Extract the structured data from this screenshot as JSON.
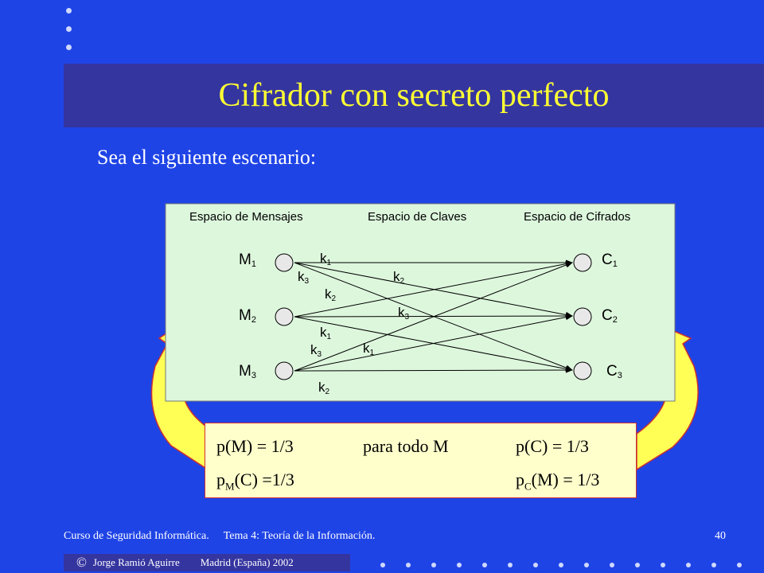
{
  "slide": {
    "title": "Cifrador con secreto perfecto",
    "subtitle": "Sea el siguiente escenario:"
  },
  "diagram": {
    "headers": [
      "Espacio de Mensajes",
      "Espacio de Claves",
      "Espacio de Cifrados"
    ],
    "messages": [
      {
        "base": "M",
        "sub": "1"
      },
      {
        "base": "M",
        "sub": "2"
      },
      {
        "base": "M",
        "sub": "3"
      }
    ],
    "ciphers": [
      {
        "base": "C",
        "sub": "1"
      },
      {
        "base": "C",
        "sub": "2"
      },
      {
        "base": "C",
        "sub": "3"
      }
    ],
    "keys": [
      {
        "base": "k",
        "sub": "1"
      },
      {
        "base": "k",
        "sub": "3"
      },
      {
        "base": "k",
        "sub": "2"
      },
      {
        "base": "k",
        "sub": "2"
      },
      {
        "base": "k",
        "sub": "3"
      },
      {
        "base": "k",
        "sub": "1"
      },
      {
        "base": "k",
        "sub": "3"
      },
      {
        "base": "k",
        "sub": "1"
      },
      {
        "base": "k",
        "sub": "2"
      }
    ],
    "colors": {
      "panel": "#ddf7dd",
      "arrow_fill": "#ffff55",
      "arrow_stroke": "#cc3030"
    }
  },
  "probabilities": {
    "pM": "p(M) = 1/3",
    "para_todo": "para todo M",
    "pC": "p(C) = 1/3",
    "pMC_base": "p",
    "pMC_sub": "M",
    "pMC_rest": "(C) =1/3",
    "pCM_base": "p",
    "pCM_sub": "C",
    "pCM_rest": "(M) = 1/3"
  },
  "footer": {
    "course": "Curso de Seguridad Informática.",
    "tema": "Tema 4:  Teoría de la Información.",
    "page": "40",
    "copyright": "©",
    "author": "Jorge Ramió Aguirre",
    "place": "Madrid (España) 2002"
  }
}
